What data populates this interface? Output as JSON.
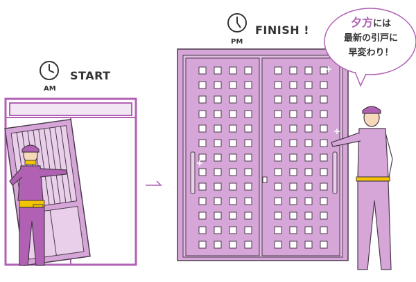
{
  "start": {
    "label": "START",
    "time": "AM"
  },
  "finish": {
    "label": "FINISH !",
    "time": "PM"
  },
  "speech": {
    "highlight": "夕方",
    "line1_rest": "には",
    "line2": "最新の引戸に",
    "line3": "早変わり！"
  },
  "colors": {
    "accent": "#b161b4",
    "accent_light": "#d6a6d8",
    "accent_pale": "#e9cfea",
    "line": "#4a3a4a"
  }
}
